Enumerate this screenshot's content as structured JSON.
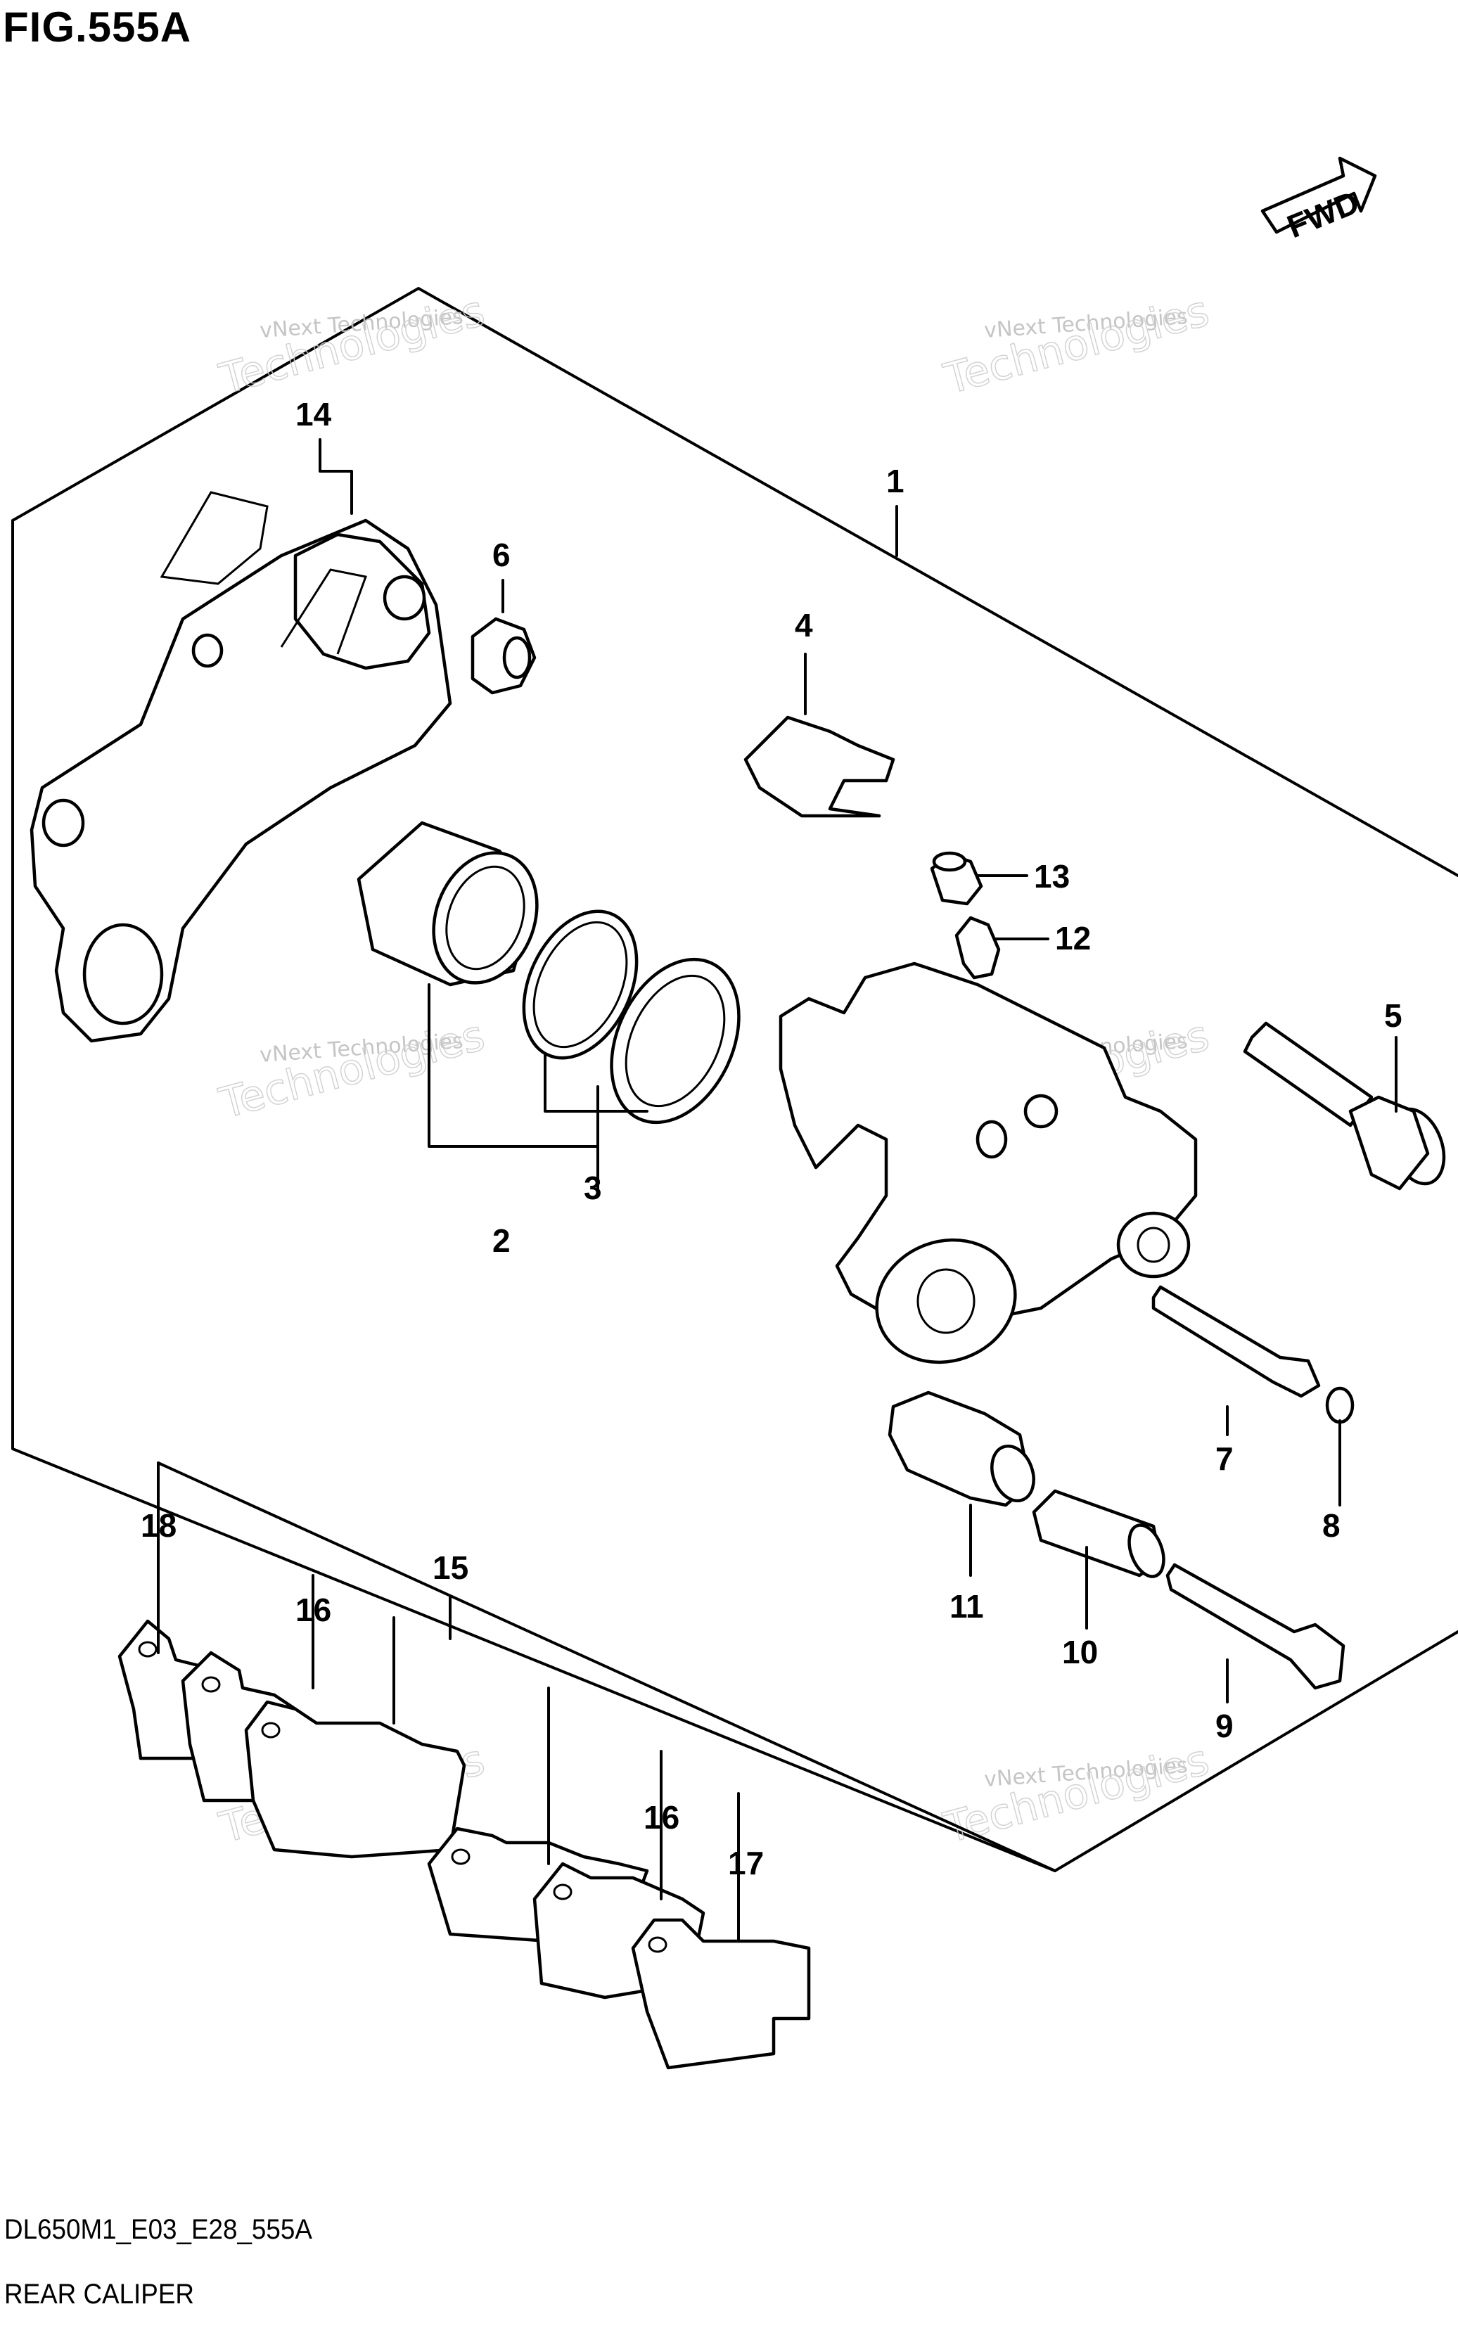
{
  "header": {
    "figure_title": "FIG.555A"
  },
  "fwd_badge": {
    "label": "FWD"
  },
  "footer": {
    "code": "DL650M1_E03_E28_555A",
    "name": "REAR CALIPER"
  },
  "watermark": {
    "line1": "vNext Technologies",
    "line2": "vNext",
    "line3": "Technologies"
  },
  "callouts": {
    "c1": "1",
    "c2": "2",
    "c3": "3",
    "c4": "4",
    "c5": "5",
    "c6": "6",
    "c7": "7",
    "c8": "8",
    "c9": "9",
    "c10": "10",
    "c11": "11",
    "c12": "12",
    "c13": "13",
    "c14": "14",
    "c15": "15",
    "c16a": "16",
    "c16b": "16",
    "c17": "17",
    "c18": "18"
  }
}
